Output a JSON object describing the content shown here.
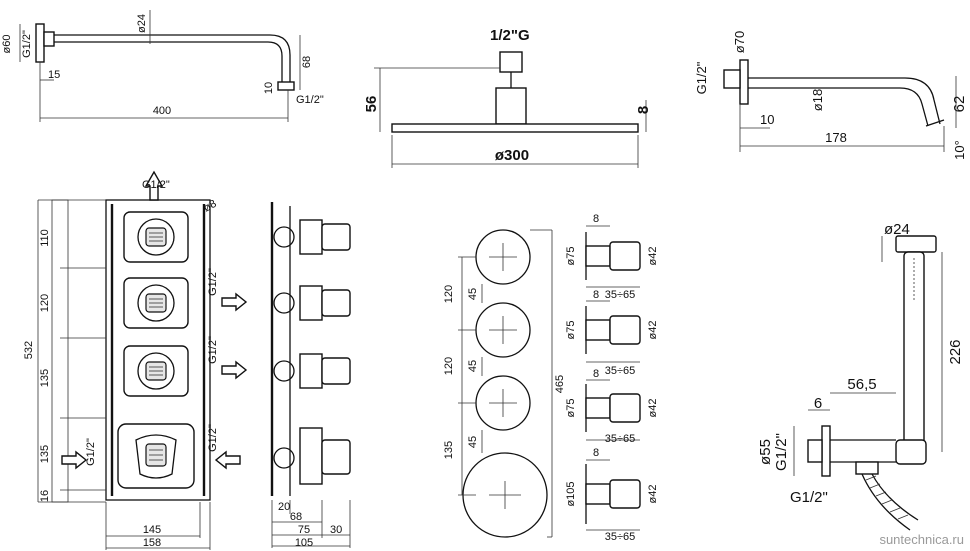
{
  "shower_arm": {
    "d60": "ø60",
    "d24": "ø24",
    "thread_in": "G1/2\"",
    "d15": "15",
    "d68": "68",
    "d10": "10",
    "thread_out": "G1/2\"",
    "d400": "400"
  },
  "shower_head": {
    "thread": "1/2\"G",
    "d56": "56",
    "d8": "8",
    "d300": "ø300"
  },
  "spout": {
    "d70": "ø70",
    "thread": "G1/2\"",
    "d18": "ø18",
    "d10": "10",
    "d62": "62",
    "d178": "178",
    "d10b": "10°"
  },
  "valve_front": {
    "outlet_top": "G1/2\"",
    "d8": "ø8",
    "rows": [
      "110",
      "120",
      "135",
      "135",
      "16"
    ],
    "total": "532",
    "outlets": [
      "G1/2\"",
      "G1/2\"",
      "G1/2\"",
      "G1/2\""
    ],
    "inlet": "G1/2\"",
    "w145": "145",
    "w158": "158"
  },
  "valve_side": {
    "d20": "20",
    "d68": "68",
    "d75": "75",
    "d30": "30",
    "d105": "105"
  },
  "trim_plate": {
    "v120a": "120",
    "v45a": "45",
    "v120b": "120",
    "v45b": "45",
    "v135": "135",
    "v45c": "45",
    "total": "465"
  },
  "handles": [
    {
      "d8": "8",
      "dia": "ø75",
      "knob": "ø42",
      "range": "35÷65"
    },
    {
      "d8": "8",
      "dia": "ø75",
      "knob": "ø42",
      "range": "35÷65"
    },
    {
      "d8": "8",
      "dia": "ø75",
      "knob": "ø42",
      "range": "35÷65"
    },
    {
      "d8": "8",
      "dia": "ø105",
      "knob": "ø42",
      "range": "35÷65"
    }
  ],
  "hand_shower": {
    "d24": "ø24",
    "d226": "226",
    "d56_5": "56,5",
    "d6": "6",
    "d55": "ø55",
    "thread_side": "G1/2\"",
    "thread_bottom": "G1/2\""
  },
  "watermark": "suntechnica.ru"
}
